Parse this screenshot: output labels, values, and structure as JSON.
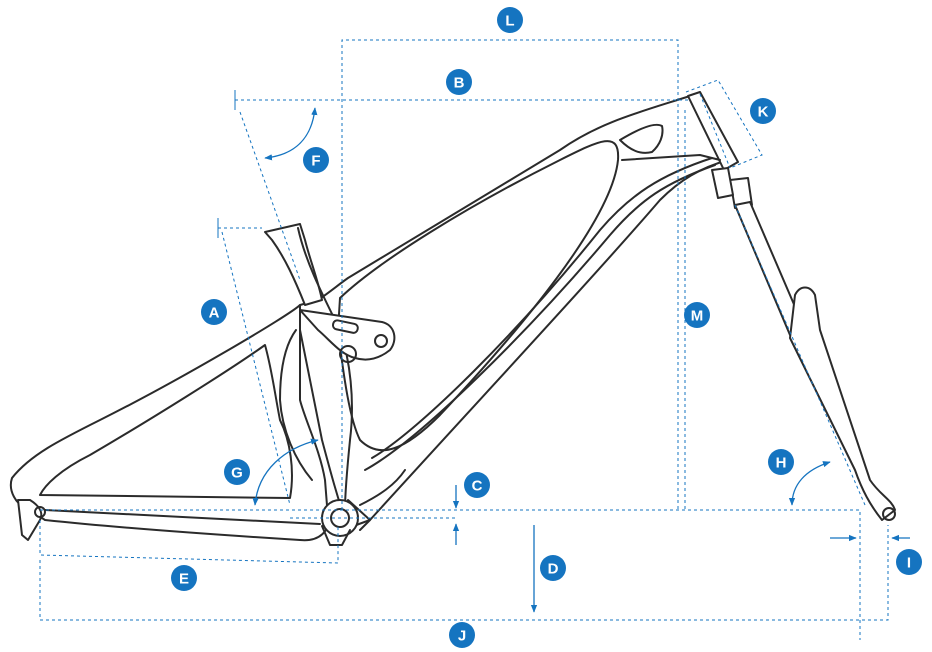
{
  "colors": {
    "accent": "#1574c0",
    "frame_stroke": "#2b2b2b",
    "frame_fill": "#ffffff",
    "badge_text": "#ffffff"
  },
  "labels": {
    "A": "A",
    "B": "B",
    "C": "C",
    "D": "D",
    "E": "E",
    "F": "F",
    "G": "G",
    "H": "H",
    "I": "I",
    "J": "J",
    "K": "K",
    "L": "L",
    "M": "M"
  }
}
